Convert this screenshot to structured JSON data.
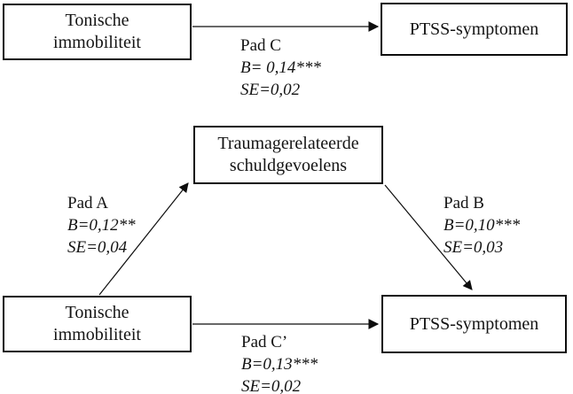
{
  "diagram": {
    "background": "#ffffff",
    "colors": {
      "box_border": "#0d0d0d",
      "arrow": "#0d0d0d",
      "text": "#141414"
    },
    "top_model": {
      "predictor": {
        "line1": "Tonische",
        "line2": "immobiliteit"
      },
      "outcome": "PTSS-symptomen",
      "path_c": {
        "name": "Pad C",
        "b": "B= 0,14***",
        "se": "SE=0,02"
      }
    },
    "mediation_model": {
      "predictor": {
        "line1": "Tonische",
        "line2": "immobiliteit"
      },
      "mediator": {
        "line1": "Traumagerelateerde",
        "line2": "schuldgevoelens"
      },
      "outcome": "PTSS-symptomen",
      "path_a": {
        "name": "Pad A",
        "b": "B=0,12**",
        "se": "SE=0,04"
      },
      "path_b": {
        "name": "Pad B",
        "b": "B=0,10***",
        "se": "SE=0,03"
      },
      "path_c_prime": {
        "name": "Pad C’",
        "b": "B=0,13***",
        "se": "SE=0,02"
      }
    }
  }
}
